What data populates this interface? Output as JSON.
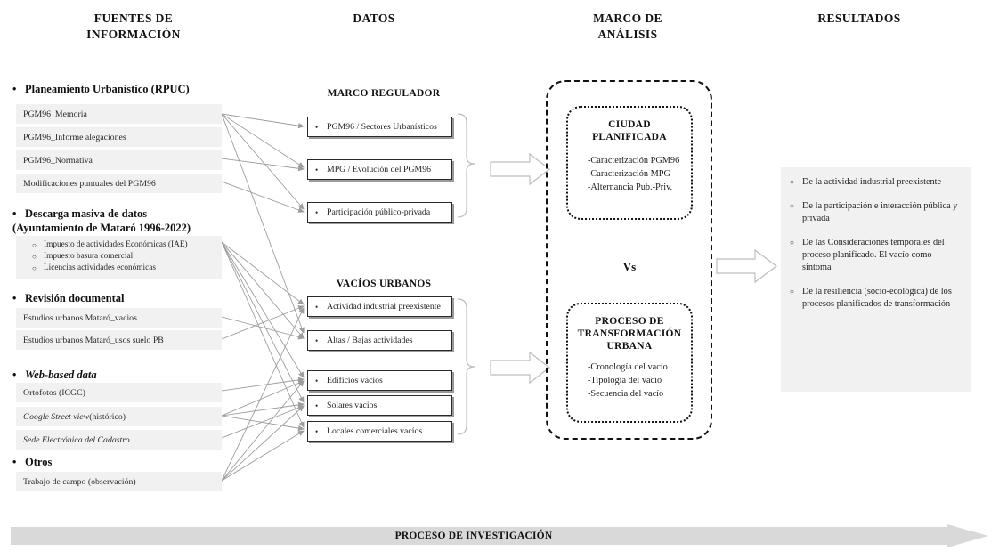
{
  "headers": {
    "sources": "FUENTES DE\nINFORMACIÓN",
    "sources_l1": "FUENTES DE",
    "sources_l2": "INFORMACIÓN",
    "data": "DATOS",
    "framework_l1": "MARCO DE",
    "framework_l2": "ANÁLISIS",
    "results": "RESULTADOS"
  },
  "sources": {
    "groups": [
      {
        "title": "Planeamiento Urbanístico (RPUC)",
        "items": [
          "PGM96_Memoria",
          "PGM96_Informe alegaciones",
          "PGM96_Normativa",
          "Modificaciones puntuales del PGM96"
        ]
      },
      {
        "title_l1": "Descarga masiva de datos",
        "title_l2": "(Ayuntamiento de Mataró 1996-2022)",
        "sub_items": [
          "Impuesto de actividades Económicas (IAE)",
          "Impuesto basura comercial",
          "Licencias actividades económicas"
        ]
      },
      {
        "title": "Revisión documental",
        "items": [
          "Estudios urbanos Mataró_vacios",
          "Estudios urbanos Mataró_usos suelo PB"
        ]
      },
      {
        "title": "Web-based data",
        "items_rich": [
          {
            "italic": "",
            "plain": "Ortofotos (ICGC)"
          },
          {
            "italic": "Google Street view",
            "plain": " (histórico)"
          },
          {
            "italic": "Sede Electrónica del Cadastro",
            "plain": ""
          }
        ]
      },
      {
        "title": "Otros",
        "items": [
          "Trabajo de campo (observación)"
        ]
      }
    ]
  },
  "data_column": {
    "group1_title": "MARCO REGULADOR",
    "group1_items": [
      "PGM96 / Sectores Urbanísticos",
      "MPG / Evolución del PGM96",
      "Participación público-privada"
    ],
    "group2_title": "VACÍOS URBANOS",
    "group2_items": [
      "Actividad industrial preexistente",
      "Altas / Bajas actividades",
      "Edificios vacíos",
      "Solares vacios",
      "Locales comerciales vacíos"
    ]
  },
  "framework": {
    "top": {
      "title_l1": "CIUDAD",
      "title_l2": "PLANIFICADA",
      "lines": [
        "-Caracterización PGM96",
        "-Caracterización MPG",
        "-Alternancia Pub.-Priv."
      ]
    },
    "vs": "Vs",
    "bottom": {
      "title_l1": "PROCESO DE",
      "title_l2": "TRANSFORMACIÓN",
      "title_l3": "URBANA",
      "lines": [
        "-Cronología del vacío",
        "-Tipología del vacío",
        "-Secuencia del vacío"
      ]
    }
  },
  "results": {
    "items": [
      "De la actividad industrial preexistente",
      "De la participación e interacción pública y privada",
      "De las Consideraciones temporales del proceso planificado. El vacío como síntoma",
      "De la resiliencia (socio-ecológica) de los procesos planificados de transformación"
    ]
  },
  "banner": {
    "label": "PROCESO DE INVESTIGACIÓN"
  },
  "colors": {
    "page_bg": "#ffffff",
    "soft_box": "#f1f1f1",
    "box_border": "#2a2a2a",
    "box_shadow": "#9a9a9a",
    "connector": "#9d9d9d",
    "banner_fill": "#d9d9d9",
    "text": "#1b1b1b"
  }
}
